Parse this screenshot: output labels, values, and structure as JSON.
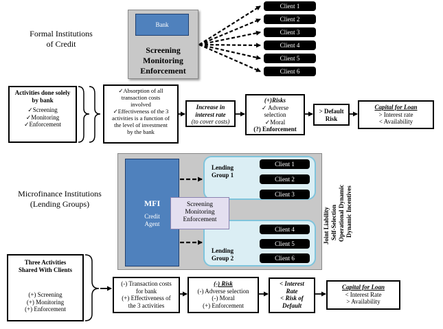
{
  "formal": {
    "heading_line1": "Formal Institutions",
    "heading_line2": "of Credit",
    "bank_label": "Bank",
    "screening": "Screening",
    "monitoring": "Monitoring",
    "enforcement": "Enforcement",
    "clients": [
      "Client 1",
      "Client 2",
      "Client 3",
      "Client 4",
      "Client 5",
      "Client 6"
    ],
    "activities": {
      "title_line1": "Activities done solely",
      "title_line2": "by bank",
      "items": [
        "✓Screening",
        "✓Monitoring",
        "✓Enforcement"
      ]
    },
    "absorption": {
      "line1": "✓Absorption of all",
      "line2": "transaction costs",
      "line3": "involved",
      "line4": "✓Effectiveness of the 3",
      "line5": "activities is a function of",
      "line6": "the level of investment",
      "line7": "by the bank"
    },
    "interest": {
      "line1": "Increase in",
      "line2": "interest rate",
      "line3": "(to cover costs)"
    },
    "risks": {
      "title": "(+)Risks",
      "line1": "✓ Adverse",
      "line2": "selection",
      "line3": "✓Moral",
      "line4": "(?) Enforcement"
    },
    "default": {
      "line1": "> Default",
      "line2": "Risk"
    },
    "capital": {
      "title": "Capital for Loan",
      "line1": "> Interest rate",
      "line2": "< Availability"
    }
  },
  "mfi": {
    "heading_line1": "Microfinance Institutions",
    "heading_line2": "(Lending Groups)",
    "mfi_label": "MFI",
    "credit": "Credit",
    "agent": "Agent",
    "center_line1": "Screening",
    "center_line2": "Monitoring",
    "center_line3": "Enforcement",
    "group1_line1": "Lending",
    "group1_line2": "Group 1",
    "group2_line1": "Lending",
    "group2_line2": "Group 2",
    "group1_clients": [
      "Client 1",
      "Client 2",
      "Client 3"
    ],
    "group2_clients": [
      "Client 4",
      "Client 5",
      "Client 6"
    ],
    "vertical_labels": [
      "Joint Liability",
      "Self-Selection",
      "Operational Dynamic",
      "Dynamic Incentives"
    ],
    "shared": {
      "title_line1": "Three Activities",
      "title_line2": "Shared With Clients",
      "items": [
        "(+) Screening",
        "(+) Monitoring",
        "(+) Enforcement"
      ]
    },
    "transaction": {
      "line1": "(-) Transaction costs",
      "line2": "for bank",
      "line3": "(+) Effectiveness of",
      "line4": "the 3 activities"
    },
    "risk": {
      "title": "(-) Risk",
      "line1": "(-) Adverse selection",
      "line2": "(-) Moral",
      "line3": "(+) Enforcement"
    },
    "interest": {
      "line1": "< Interest",
      "line2": "Rate",
      "line3": "< Risk of",
      "line4": "Default"
    },
    "capital": {
      "title": "Capital for Loan",
      "line1": "< Interest Rate",
      "line2": "> Availability"
    }
  },
  "colors": {
    "bank_blue": "#4f81bd",
    "light_blue": "#dbeef4",
    "grey_panel": "#c8c8c8"
  }
}
